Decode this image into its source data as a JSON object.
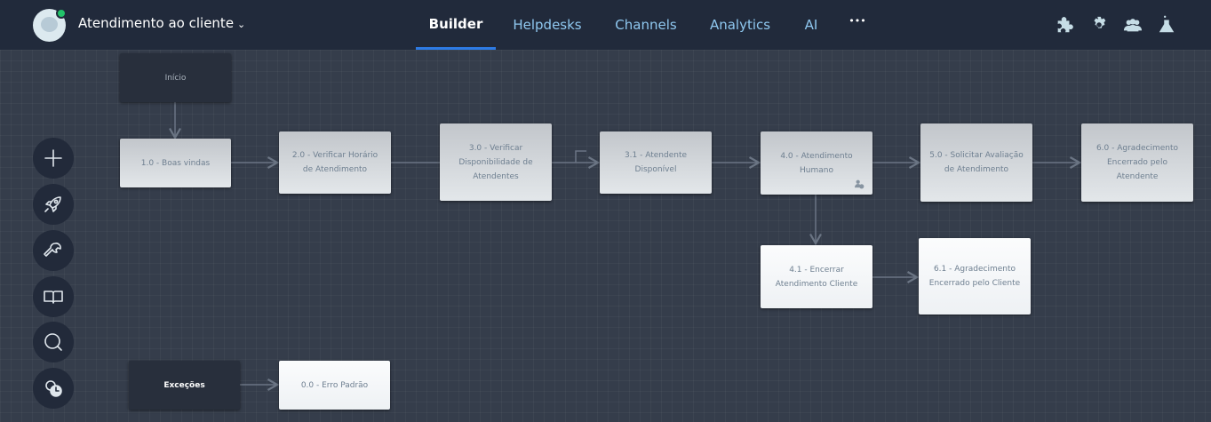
{
  "header": {
    "bot_name": "Atendimento ao cliente",
    "tabs": [
      {
        "label": "Builder",
        "active": true
      },
      {
        "label": "Helpdesks"
      },
      {
        "label": "Channels"
      },
      {
        "label": "Analytics"
      },
      {
        "label": "AI"
      }
    ],
    "more_label": "•••",
    "icons": [
      "puzzle-icon",
      "gear-icon",
      "users-icon",
      "flask-icon"
    ]
  },
  "sidebar": [
    "add-icon",
    "rocket-icon",
    "wrench-icon",
    "book-icon",
    "search-icon",
    "settings-clock-icon"
  ],
  "nodes": {
    "start": "Início",
    "n10": "1.0 - Boas vindas",
    "n20": "2.0 - Verificar Horário de Atendimento",
    "n30": "3.0 - Verificar Disponibilidade de Atendentes",
    "n31": "3.1 - Atendente Disponível",
    "n40": "4.0 - Atendimento Humano",
    "n50": "5.0 - Solicitar Avaliação de Atendimento",
    "n60": "6.0 - Agradecimento Encerrado pelo Atendente",
    "n41": "4.1 - Encerrar Atendimento Cliente",
    "n61": "6.1 - Agradecimento Encerrado pelo Cliente",
    "exceptions": "Exceções",
    "n00": "0.0 - Erro Padrão"
  },
  "colors": {
    "header": "#212a3b",
    "canvas": "#353d4b",
    "accent": "#2d7be5",
    "online": "#22c46a"
  }
}
